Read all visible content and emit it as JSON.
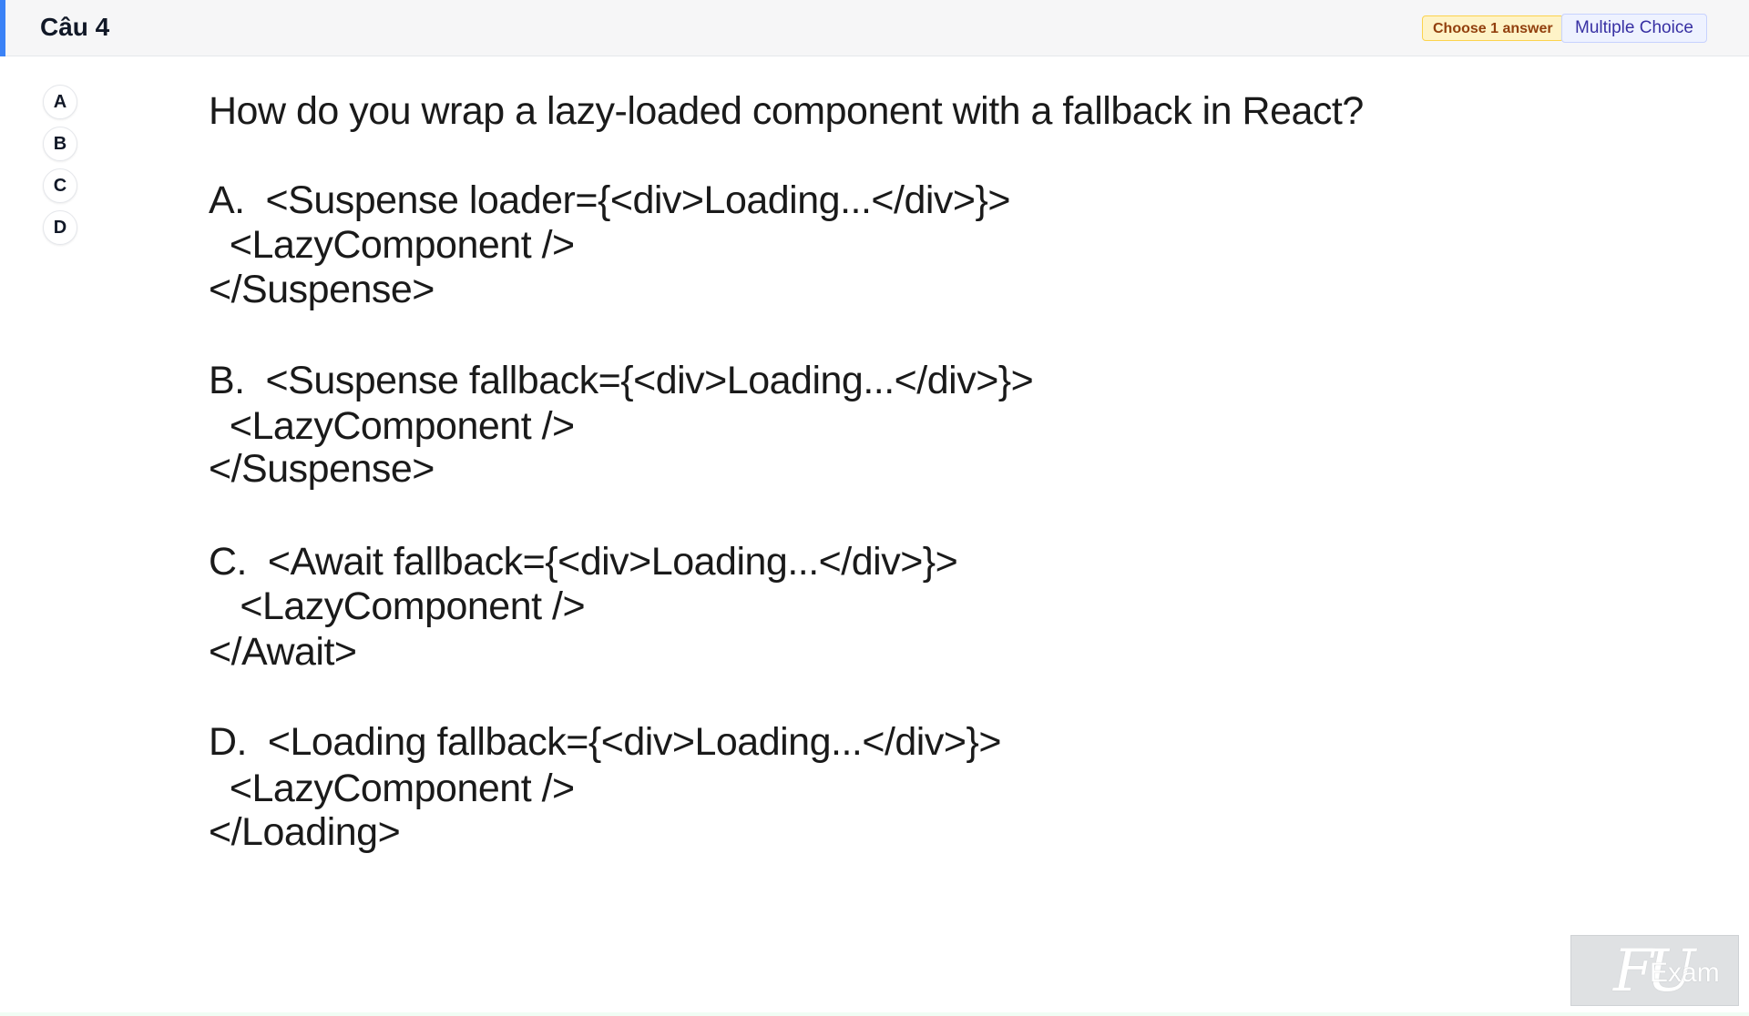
{
  "header": {
    "title": "Câu 4",
    "badge_choose": "Choose 1 answer",
    "badge_type": "Multiple Choice",
    "accent_color": "#3b82f6"
  },
  "options": [
    {
      "label": "A"
    },
    {
      "label": "B"
    },
    {
      "label": "C"
    },
    {
      "label": "D"
    }
  ],
  "question": {
    "stem": "How do you wrap a lazy-loaded component with a fallback in React?",
    "choices": [
      {
        "line1": "A.  <Suspense loader={<div>Loading...</div>}>",
        "line2": "  <LazyComponent />",
        "line3": "</Suspense>"
      },
      {
        "line1": "B.  <Suspense fallback={<div>Loading...</div>}>",
        "line2": "  <LazyComponent />",
        "line3": "</Suspense>"
      },
      {
        "line1": "C.  <Await fallback={<div>Loading...</div>}>",
        "line2": "   <LazyComponent />",
        "line3": "</Await>"
      },
      {
        "line1": "D.  <Loading fallback={<div>Loading...</div>}>",
        "line2": "  <LazyComponent />",
        "line3": "</Loading>"
      }
    ]
  },
  "watermark": {
    "logo_text": "FU",
    "label": "Exam",
    "icon": "fu-exam-logo-icon"
  }
}
